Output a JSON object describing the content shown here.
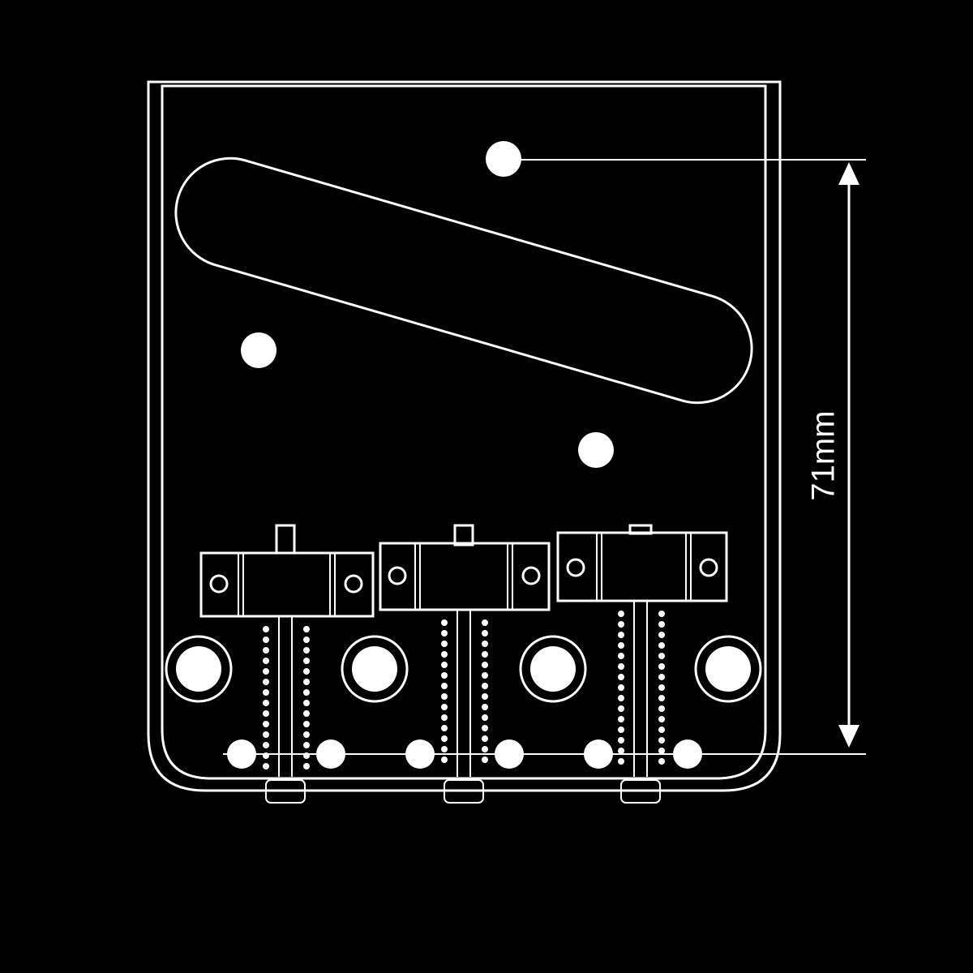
{
  "diagram": {
    "subject": "telecaster-bridge-plate",
    "dimension": {
      "label": "71mm"
    },
    "colors": {
      "background": "#000000",
      "stroke": "#ffffff"
    },
    "saddle_count": 3,
    "body_mount_hole_count": 4,
    "pickup_mount_screw_count": 3,
    "bottom_screw_count": 6
  }
}
